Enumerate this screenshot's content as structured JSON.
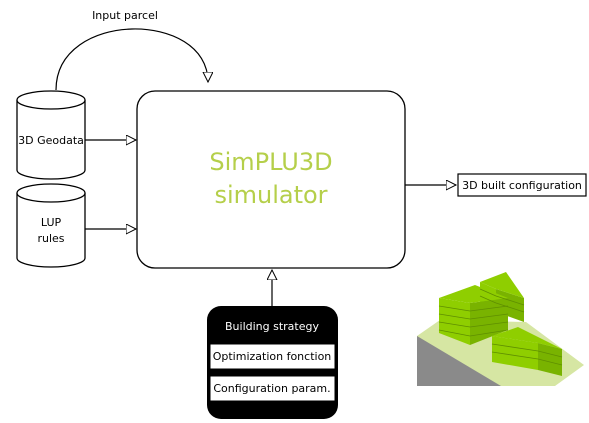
{
  "top_label": "Input parcel",
  "inputs": {
    "geodata": "3D Geodata",
    "lup_line1": "LUP",
    "lup_line2": "rules"
  },
  "simulator": {
    "line1": "SimPLU3D",
    "line2": "simulator",
    "text_color": "#b5cf4a"
  },
  "output_label": "3D built configuration",
  "strategy": {
    "title": "Building strategy",
    "items": [
      "Optimization fonction",
      "Configuration param."
    ]
  },
  "colors": {
    "building_top": "#8fce00",
    "building_side": "#79b300",
    "terrain": "#d6e6a3",
    "slope": "#8a8a8a"
  }
}
